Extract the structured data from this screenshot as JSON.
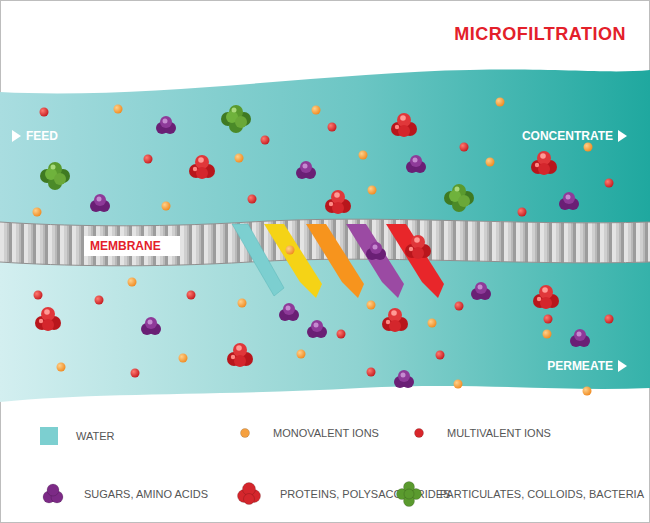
{
  "diagram": {
    "title": "MICROFILTRATION",
    "labels": [
      "FEED",
      "CONCENTRATE",
      "MEMBRANE",
      "PERMEATE"
    ],
    "legend": [
      {
        "text": "WATER",
        "color": "#7ccfd0"
      },
      {
        "text": "MONOVALENT IONS",
        "color": "#f5a040"
      },
      {
        "text": "MULTIVALENT IONS",
        "color": "#d8262b"
      },
      {
        "text": "SUGARS, AMINO ACIDS",
        "color": "#7c2a86"
      },
      {
        "text": "PROTEINS, POLYSACCHARIDES",
        "color": "#d4262c"
      },
      {
        "text": "PARTICULATES, COLLOIDS, BACTERIA",
        "color": "#5a9a2e"
      }
    ]
  }
}
